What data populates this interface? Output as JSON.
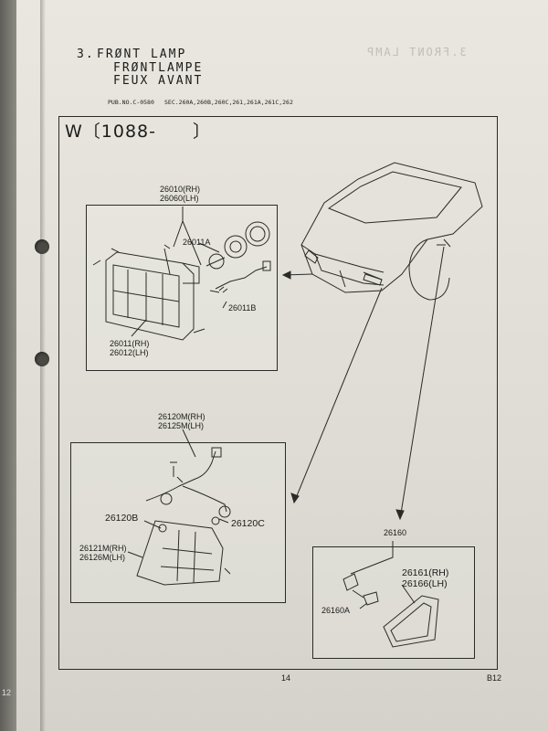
{
  "header": {
    "section_number": "3.",
    "title_en": "FRØNT LAMP",
    "title_de": "FRØNTLAMPE",
    "title_fr": "FEUX AVANT",
    "pub_no": "PUB.NO.C-0580",
    "sec": "SEC.260A,260B,260C,261,261A,261C,262"
  },
  "model_code": "W〔1088-　　〕",
  "parts": {
    "p26010": "26010(RH)",
    "p26060": "26060(LH)",
    "p26011A": "26011A",
    "p26011B": "26011B",
    "p26011": "26011(RH)",
    "p26012": "26012(LH)",
    "p26120M": "26120M(RH)",
    "p26125M": "26125M(LH)",
    "p26120B": "26120B",
    "p26120C": "26120C",
    "p26121M": "26121M(RH)",
    "p26126M": "26126M(LH)",
    "p26160": "26160",
    "p26161": "26161(RH)",
    "p26166": "26166(LH)",
    "p26160A": "26160A"
  },
  "footer": {
    "page_number": "14",
    "page_code": "B12",
    "left_page_code": "12"
  }
}
